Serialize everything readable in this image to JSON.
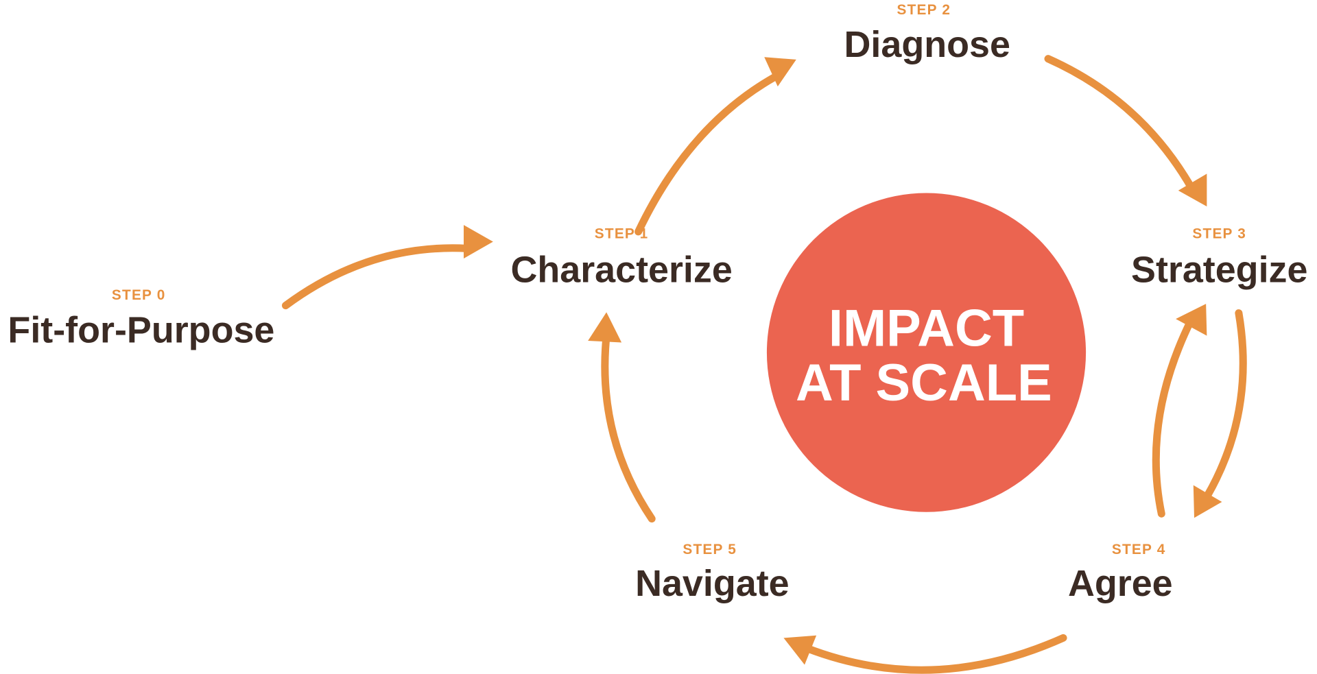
{
  "colors": {
    "arrow": "#e8913f",
    "step_label": "#e8913f",
    "stage_name": "#3b2b24",
    "center_circle": "#eb6450",
    "center_text": "#ffffff"
  },
  "center": {
    "line1": "IMPACT",
    "line2": "AT SCALE"
  },
  "steps": [
    {
      "step": "STEP 0",
      "name": "Fit-for-Purpose"
    },
    {
      "step": "STEP 1",
      "name": "Characterize"
    },
    {
      "step": "STEP 2",
      "name": "Diagnose"
    },
    {
      "step": "STEP 3",
      "name": "Strategize"
    },
    {
      "step": "STEP 4",
      "name": "Agree"
    },
    {
      "step": "STEP 5",
      "name": "Navigate"
    }
  ]
}
